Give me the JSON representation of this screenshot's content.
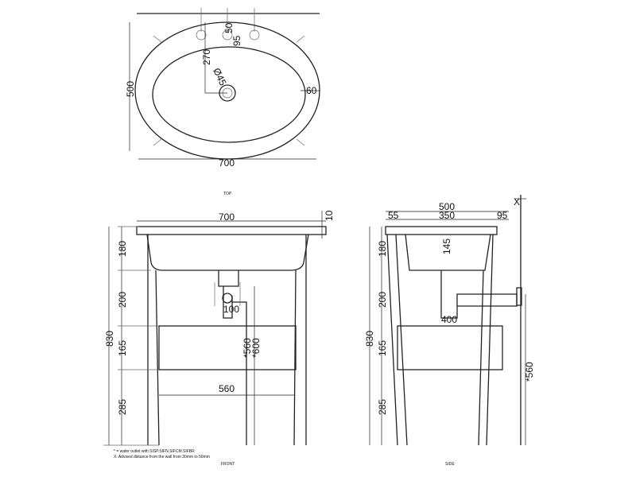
{
  "top_view": {
    "label": "TOP",
    "dims": {
      "height": "500",
      "width": "700",
      "tap_offset": "50",
      "tap_spacing": "95",
      "drain_distance": "270",
      "drain_diameter": "Ø45",
      "rim": "60"
    }
  },
  "front_view": {
    "label": "FRONT",
    "dims": {
      "width": "700",
      "slab": "10",
      "h1": "180",
      "h2": "200",
      "total": "830",
      "h3": "165",
      "h4": "285",
      "outlet_offset": "100",
      "outlet_560": "*560",
      "outlet_600": "*600",
      "leg_span": "560"
    }
  },
  "side_view": {
    "label": "SIDE",
    "dims": {
      "depth": "500",
      "wall_gap": "X",
      "front": "55",
      "mid": "350",
      "back": "95",
      "trap": "145",
      "trap_depth": "400",
      "h1": "180",
      "h2": "200",
      "total": "830",
      "h3": "165",
      "h4": "285",
      "outlet_560": "*560"
    }
  },
  "notes": [
    "* = water outlet with SISP.SIFN.SIFCM.SIFBR",
    "X. Advised distance from the wall from 30mm to 50mm"
  ]
}
